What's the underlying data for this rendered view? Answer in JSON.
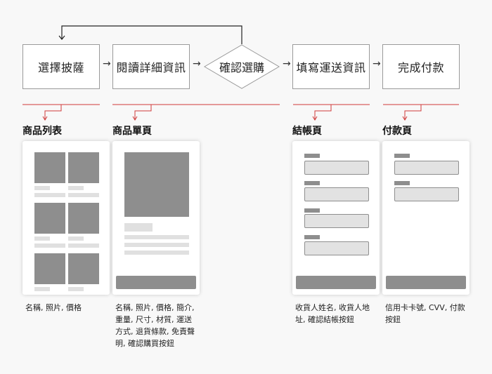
{
  "flow": {
    "steps": [
      "選擇披薩",
      "閱讀詳細資訊",
      "確認選購",
      "填寫運送資訊",
      "完成付款"
    ],
    "arrow_glyph": "→"
  },
  "screens": [
    {
      "title": "商品列表",
      "description": "名稱, 照片, 價格"
    },
    {
      "title": "商品單頁",
      "description": "名稱, 照片, 價格, 簡介, 重量, 尺寸, 材質, 運送方式, 退貨條款, 免責聲明, 確認購買按鈕"
    },
    {
      "title": "結帳頁",
      "description": "收貨人姓名, 收貨人地址, 確認結帳按鈕"
    },
    {
      "title": "付款頁",
      "description": "信用卡卡號, CVV, 付款按鈕"
    }
  ],
  "colors": {
    "connector": "#d03a3a",
    "placeholder": "#8e8e8e",
    "placeholder_light": "#e0e0e0"
  }
}
